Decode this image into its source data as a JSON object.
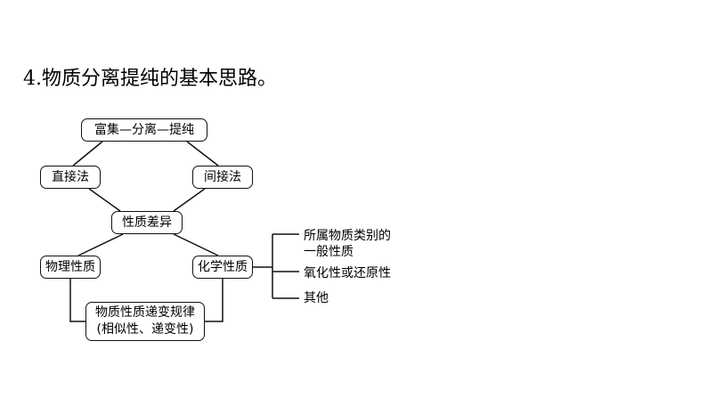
{
  "heading": "4.物质分离提纯的基本思路。",
  "nodes": {
    "top": "富集—分离—提纯",
    "direct": "直接法",
    "indirect": "间接法",
    "difference": "性质差异",
    "physical": "物理性质",
    "chemical": "化学性质",
    "trend_line1": "物质性质递变规律",
    "trend_line2": "(相似性、递变性)"
  },
  "chemical_branches": {
    "item1_line1": "所属物质类别的",
    "item1_line2": "一般性质",
    "item2": "氧化性或还原性",
    "item3": "其他"
  }
}
